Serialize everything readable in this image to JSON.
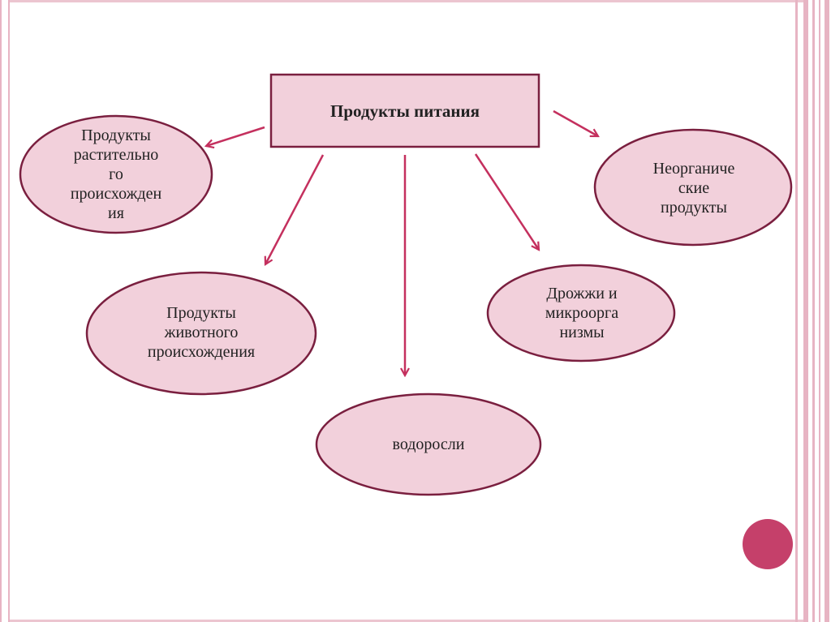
{
  "diagram": {
    "center": "Продукты питания",
    "nodes": {
      "plant": [
        "Продукты",
        "растительно",
        "го",
        "происхожден",
        "ия"
      ],
      "animal": [
        "Продукты",
        "животного",
        "происхождения"
      ],
      "algae": [
        "водоросли"
      ],
      "yeast": [
        "Дрожжи и",
        "микроорга",
        "низмы"
      ],
      "inorganic": [
        "Неорганиче",
        "ские",
        "продукты"
      ]
    }
  },
  "colors": {
    "fill": "#f2d0db",
    "stroke": "#7a1f3f",
    "arrow": "#c4305e",
    "accent": "#c5406a"
  }
}
